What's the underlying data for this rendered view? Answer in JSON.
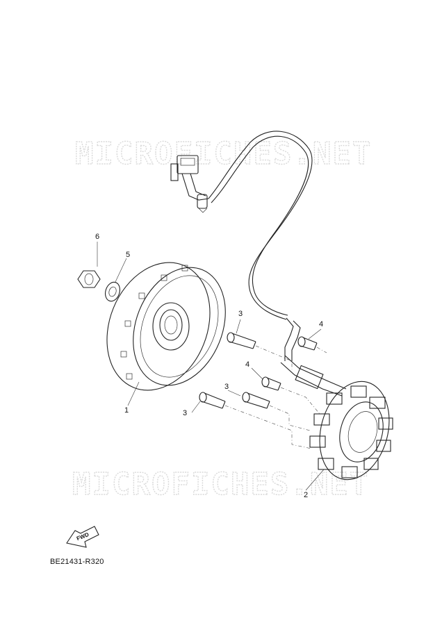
{
  "watermark": {
    "text": "MICROFICHES.NET"
  },
  "callouts": [
    {
      "id": "1",
      "label": "1"
    },
    {
      "id": "2",
      "label": "2"
    },
    {
      "id": "3a",
      "label": "3"
    },
    {
      "id": "3b",
      "label": "3"
    },
    {
      "id": "3c",
      "label": "3"
    },
    {
      "id": "4a",
      "label": "4"
    },
    {
      "id": "4b",
      "label": "4"
    },
    {
      "id": "5",
      "label": "5"
    },
    {
      "id": "6",
      "label": "6"
    }
  ],
  "fwd_arrow": {
    "label": "FWD"
  },
  "diagram_code": "BE21431-R320"
}
